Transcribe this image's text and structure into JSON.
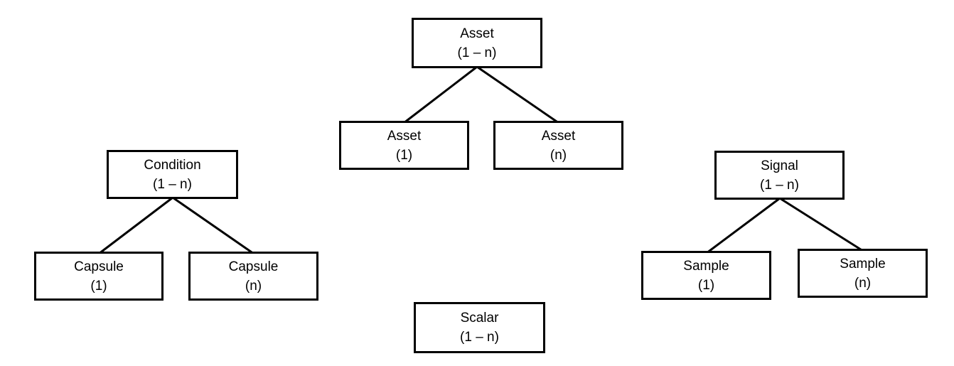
{
  "diagram": {
    "trees": [
      {
        "name": "asset-tree",
        "parent": {
          "title": "Asset",
          "multiplicity": "(1 – n)"
        },
        "children": [
          {
            "title": "Asset",
            "multiplicity": "(1)"
          },
          {
            "title": "Asset",
            "multiplicity": "(n)"
          }
        ]
      },
      {
        "name": "condition-tree",
        "parent": {
          "title": "Condition",
          "multiplicity": "(1 – n)"
        },
        "children": [
          {
            "title": "Capsule",
            "multiplicity": "(1)"
          },
          {
            "title": "Capsule",
            "multiplicity": "(n)"
          }
        ]
      },
      {
        "name": "signal-tree",
        "parent": {
          "title": "Signal",
          "multiplicity": "(1 – n)"
        },
        "children": [
          {
            "title": "Sample",
            "multiplicity": "(1)"
          },
          {
            "title": "Sample",
            "multiplicity": "(n)"
          }
        ]
      }
    ],
    "standalone": {
      "title": "Scalar",
      "multiplicity": "(1 – n)"
    },
    "colors": {
      "box_border": "#000000",
      "box_fill": "#ffffff",
      "connector": "#000000",
      "background": "#ffffff"
    }
  }
}
